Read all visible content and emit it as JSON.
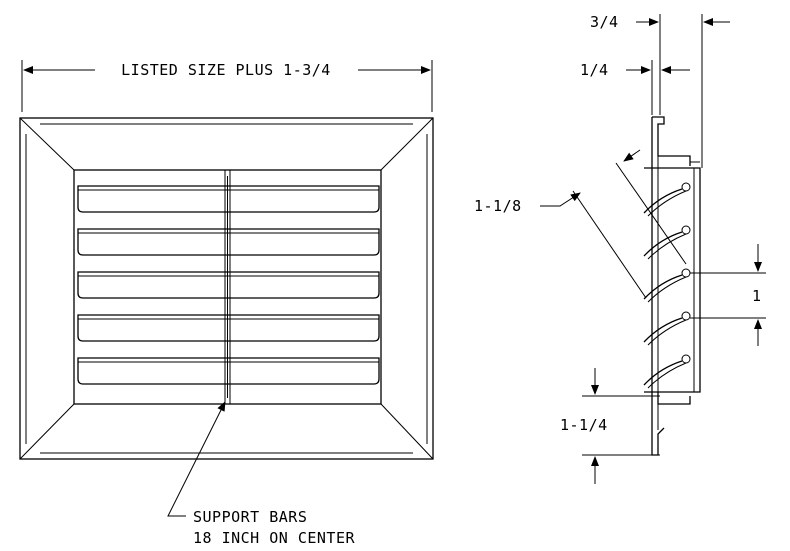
{
  "front_view": {
    "overall_dimension": "LISTED SIZE PLUS 1-3/4",
    "callout_line1": "SUPPORT BARS",
    "callout_line2": "18 INCH ON CENTER"
  },
  "side_view": {
    "dim_top_outer": "3/4",
    "dim_top_inner": "1/4",
    "dim_blade_length": "1-1/8",
    "dim_blade_pitch": "1",
    "dim_bottom": "1-1/4"
  },
  "colors": {
    "line": "#000000",
    "background": "#ffffff"
  }
}
